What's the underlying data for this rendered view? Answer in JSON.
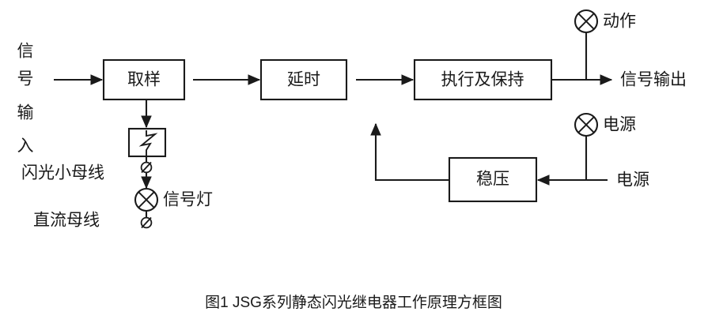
{
  "figure": {
    "caption": "图1  JSG系列静态闪光继电器工作原理方框图",
    "background_color": "#ffffff",
    "ink_color": "#1a1a1a"
  },
  "blocks": [
    {
      "id": "sampling",
      "label": "取样"
    },
    {
      "id": "delay",
      "label": "延时"
    },
    {
      "id": "execute-hold",
      "label": "执行及保持"
    },
    {
      "id": "voltage-regulator",
      "label": "稳压"
    }
  ],
  "labels": {
    "signal_input_vertical": [
      "信",
      "号",
      "输",
      "入"
    ],
    "signal_input_full": "信号输入",
    "flash_busbar": "闪光小母线",
    "dc_busbar": "直流母线",
    "signal_lamp": "信号灯",
    "action_lamp": "动作",
    "signal_output": "信号输出",
    "power_lamp": "电源",
    "power_source": "电源"
  },
  "symbols": {
    "lamp_glyph": "circle-with-cross",
    "terminal_glyph": "slashed-circle",
    "contact_glyph": "normally-open-contact"
  }
}
